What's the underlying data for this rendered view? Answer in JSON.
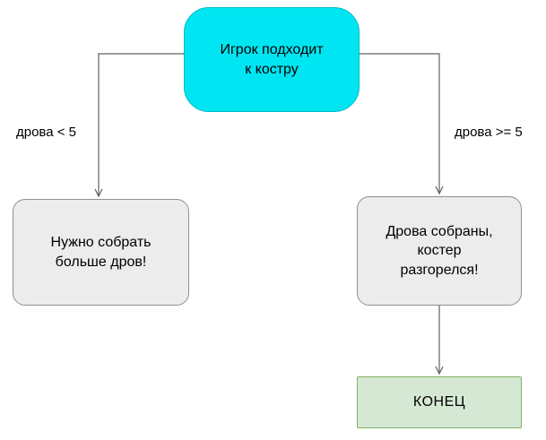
{
  "diagram": {
    "start": {
      "text": "Игрок подходит\nк костру"
    },
    "left_node": {
      "text": "Нужно собрать\nбольше дров!"
    },
    "right_node": {
      "text": "Дрова собраны,\nкостер\nразгорелся!"
    },
    "end_node": {
      "text": "КОНЕЦ"
    },
    "edge_labels": {
      "left": "дрова < 5",
      "right": "дрова >= 5"
    },
    "colors": {
      "start_fill": "#00e5f2",
      "start_border": "#00b8c4",
      "branch_fill": "#ececec",
      "branch_border": "#8f8f8f",
      "end_fill": "#d5e8d4",
      "end_border": "#82b366",
      "edge": "#616161",
      "text": "#000000"
    }
  }
}
